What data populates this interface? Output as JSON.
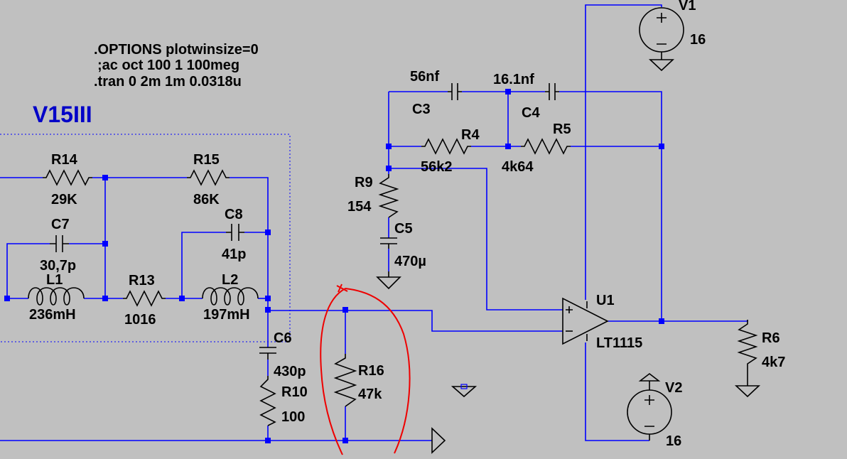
{
  "directives": [
    ".OPTIONS plotwinsize=0",
    ";ac oct 100 1 100meg",
    ".tran 0 2m 1m 0.0318u"
  ],
  "block_title": "V15III",
  "components": {
    "R14": {
      "name": "R14",
      "value": "29K"
    },
    "R15": {
      "name": "R15",
      "value": "86K"
    },
    "C7": {
      "name": "C7",
      "value": "30,7p"
    },
    "C8": {
      "name": "C8",
      "value": "41p"
    },
    "L1": {
      "name": "L1",
      "value": "236mH"
    },
    "R13": {
      "name": "R13",
      "value": "1016"
    },
    "L2": {
      "name": "L2",
      "value": "197mH"
    },
    "C6": {
      "name": "C6",
      "value": "430p"
    },
    "R10": {
      "name": "R10",
      "value": "100"
    },
    "R16": {
      "name": "R16",
      "value": "47k"
    },
    "C3": {
      "name": "C3",
      "value": "56nf"
    },
    "C4": {
      "name": "C4",
      "value": "16.1nf"
    },
    "R4": {
      "name": "R4",
      "value": "56k2"
    },
    "R5": {
      "name": "R5",
      "value": "4k64"
    },
    "R9": {
      "name": "R9",
      "value": "154"
    },
    "C5": {
      "name": "C5",
      "value": "470µ"
    },
    "U1": {
      "name": "U1",
      "value": "LT1115"
    },
    "R6": {
      "name": "R6",
      "value": "4k7"
    },
    "V1": {
      "name": "V1",
      "value": "16"
    },
    "V2": {
      "name": "V2",
      "value": "16"
    }
  },
  "colors": {
    "background": "#c0c0c0",
    "wire": "#0000ff",
    "component": "#000000",
    "title": "#0000c8",
    "annotation": "#ee0000"
  }
}
